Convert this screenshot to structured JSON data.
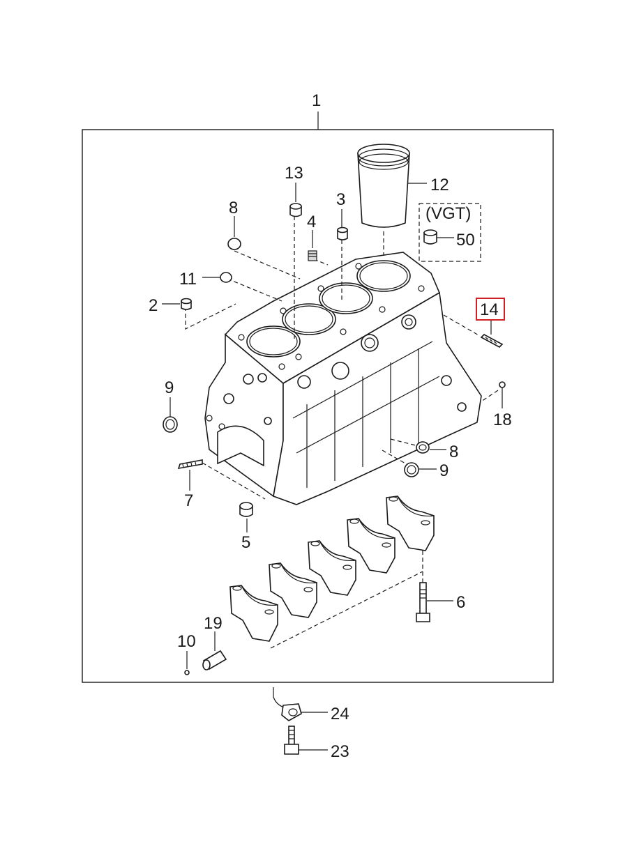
{
  "diagram": {
    "group_label": "(VGT)",
    "highlighted_callout": "14",
    "callouts": {
      "c1": "1",
      "c2": "2",
      "c3": "3",
      "c4": "4",
      "c5": "5",
      "c6": "6",
      "c7": "7",
      "c8a": "8",
      "c8b": "8",
      "c9a": "9",
      "c9b": "9",
      "c10": "10",
      "c11": "11",
      "c12": "12",
      "c13": "13",
      "c14": "14",
      "c18": "18",
      "c19": "19",
      "c23": "23",
      "c24": "24",
      "c50": "50"
    }
  }
}
